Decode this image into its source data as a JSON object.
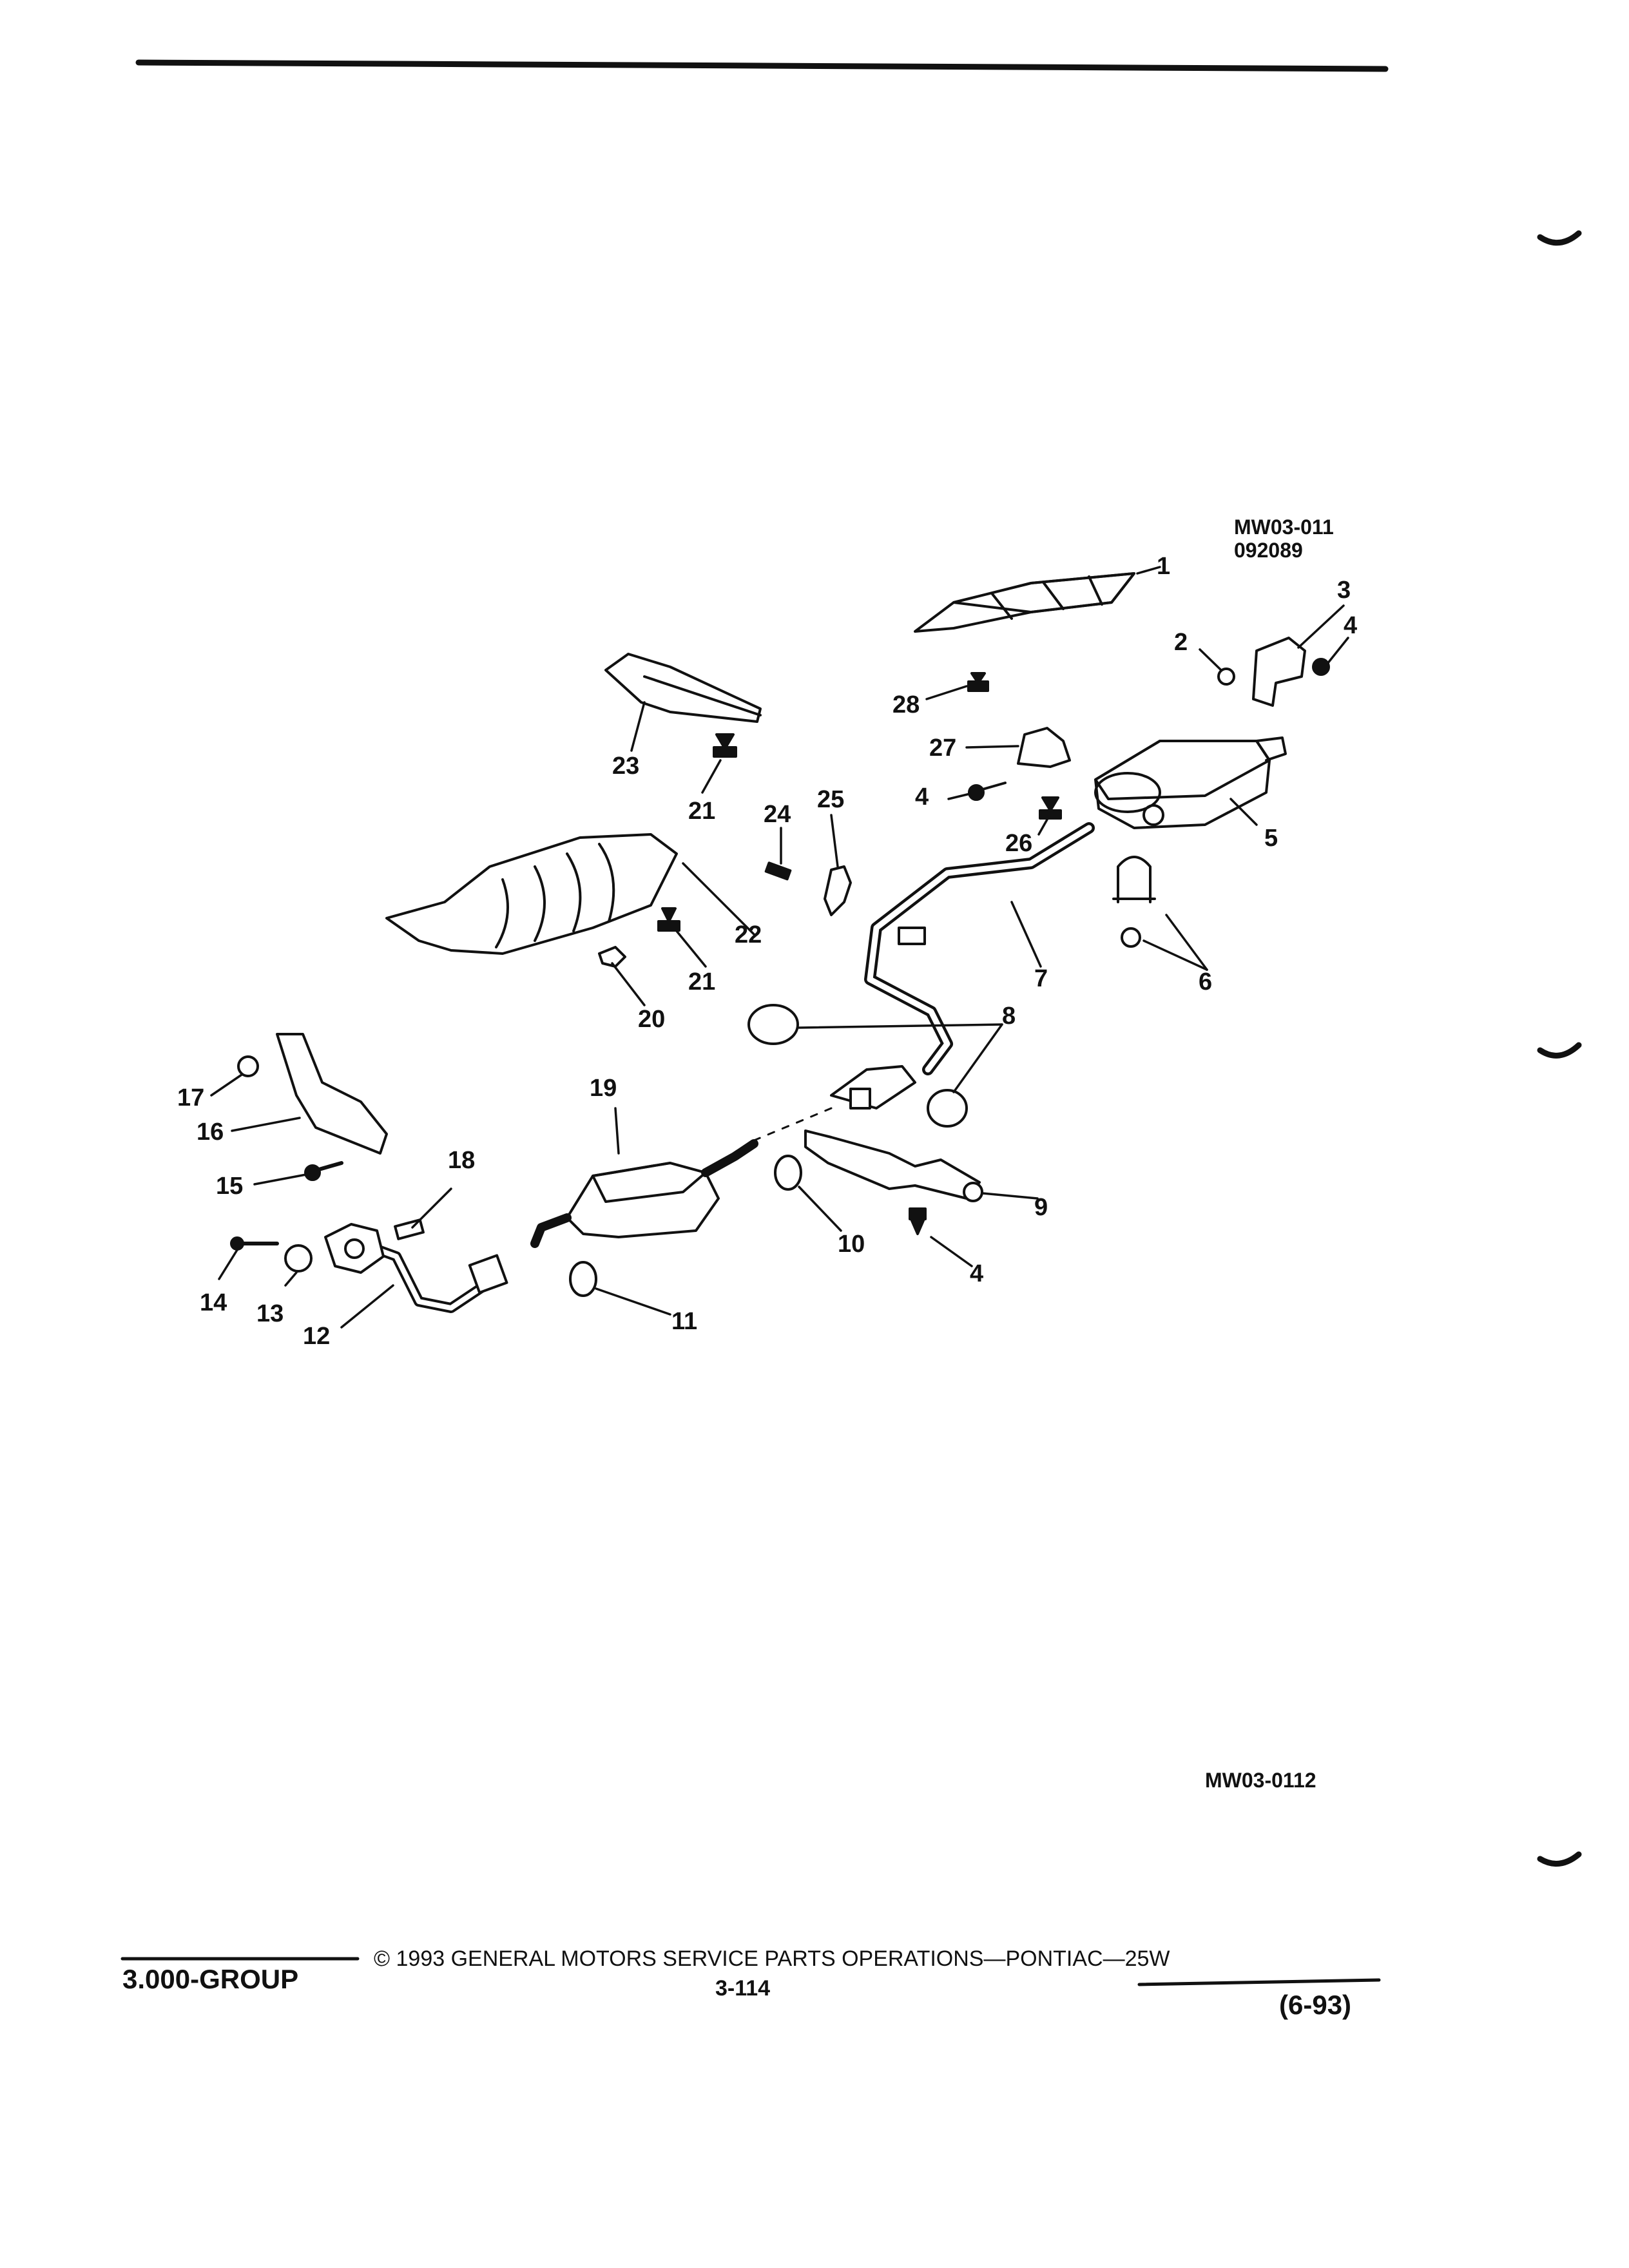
{
  "figure": {
    "code_top_line1": "MW03-011",
    "code_top_line2": "092089",
    "code_bottom": "MW03-0112"
  },
  "callouts": [
    {
      "id": "1",
      "text": "1"
    },
    {
      "id": "2",
      "text": "2"
    },
    {
      "id": "3",
      "text": "3"
    },
    {
      "id": "4a",
      "text": "4"
    },
    {
      "id": "4b",
      "text": "4"
    },
    {
      "id": "4c",
      "text": "4"
    },
    {
      "id": "5",
      "text": "5"
    },
    {
      "id": "6",
      "text": "6"
    },
    {
      "id": "7",
      "text": "7"
    },
    {
      "id": "8",
      "text": "8"
    },
    {
      "id": "9",
      "text": "9"
    },
    {
      "id": "10",
      "text": "10"
    },
    {
      "id": "11",
      "text": "11"
    },
    {
      "id": "12",
      "text": "12"
    },
    {
      "id": "13",
      "text": "13"
    },
    {
      "id": "14",
      "text": "14"
    },
    {
      "id": "15",
      "text": "15"
    },
    {
      "id": "16",
      "text": "16"
    },
    {
      "id": "17",
      "text": "17"
    },
    {
      "id": "18",
      "text": "18"
    },
    {
      "id": "19",
      "text": "19"
    },
    {
      "id": "20",
      "text": "20"
    },
    {
      "id": "21a",
      "text": "21"
    },
    {
      "id": "21b",
      "text": "21"
    },
    {
      "id": "22",
      "text": "22"
    },
    {
      "id": "23",
      "text": "23"
    },
    {
      "id": "24",
      "text": "24"
    },
    {
      "id": "25",
      "text": "25"
    },
    {
      "id": "26",
      "text": "26"
    },
    {
      "id": "27",
      "text": "27"
    },
    {
      "id": "28",
      "text": "28"
    }
  ],
  "footer": {
    "group": "3.000-GROUP",
    "copyright": "© 1993 GENERAL MOTORS SERVICE PARTS OPERATIONS—PONTIAC—25W",
    "page_number": "3-114",
    "revision": "(6-93)"
  }
}
